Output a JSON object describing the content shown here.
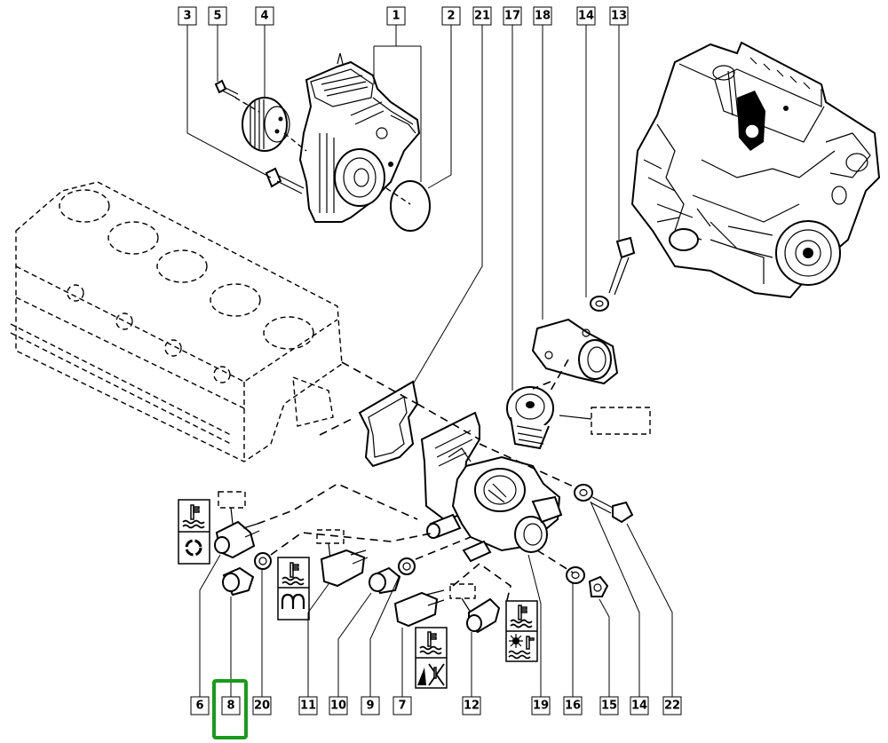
{
  "diagram": {
    "title": "Cooling system – water pump, thermostat housing and temperature sensors",
    "highlight": {
      "part": "8",
      "color": "#1a9a1a"
    },
    "callouts_top": [
      {
        "id": "3"
      },
      {
        "id": "5"
      },
      {
        "id": "4"
      },
      {
        "id": "1"
      },
      {
        "id": "2"
      },
      {
        "id": "21"
      },
      {
        "id": "17"
      },
      {
        "id": "18"
      },
      {
        "id": "14"
      },
      {
        "id": "13"
      }
    ],
    "callouts_bottom": [
      {
        "id": "6"
      },
      {
        "id": "8"
      },
      {
        "id": "20"
      },
      {
        "id": "11"
      },
      {
        "id": "10"
      },
      {
        "id": "9"
      },
      {
        "id": "7"
      },
      {
        "id": "12"
      },
      {
        "id": "19"
      },
      {
        "id": "16"
      },
      {
        "id": "15"
      },
      {
        "id": "14"
      },
      {
        "id": "22"
      }
    ],
    "symbols": [
      {
        "name": "coolant-temperature-icon",
        "meaning": "coolant temperature"
      },
      {
        "name": "recycle-icon",
        "meaning": "fan control"
      },
      {
        "name": "glow-plug-icon",
        "meaning": "preheating"
      },
      {
        "name": "no-air-conditioning-icon",
        "meaning": "without air conditioning"
      },
      {
        "name": "sun-temperature-icon",
        "meaning": "hot climate"
      }
    ]
  }
}
